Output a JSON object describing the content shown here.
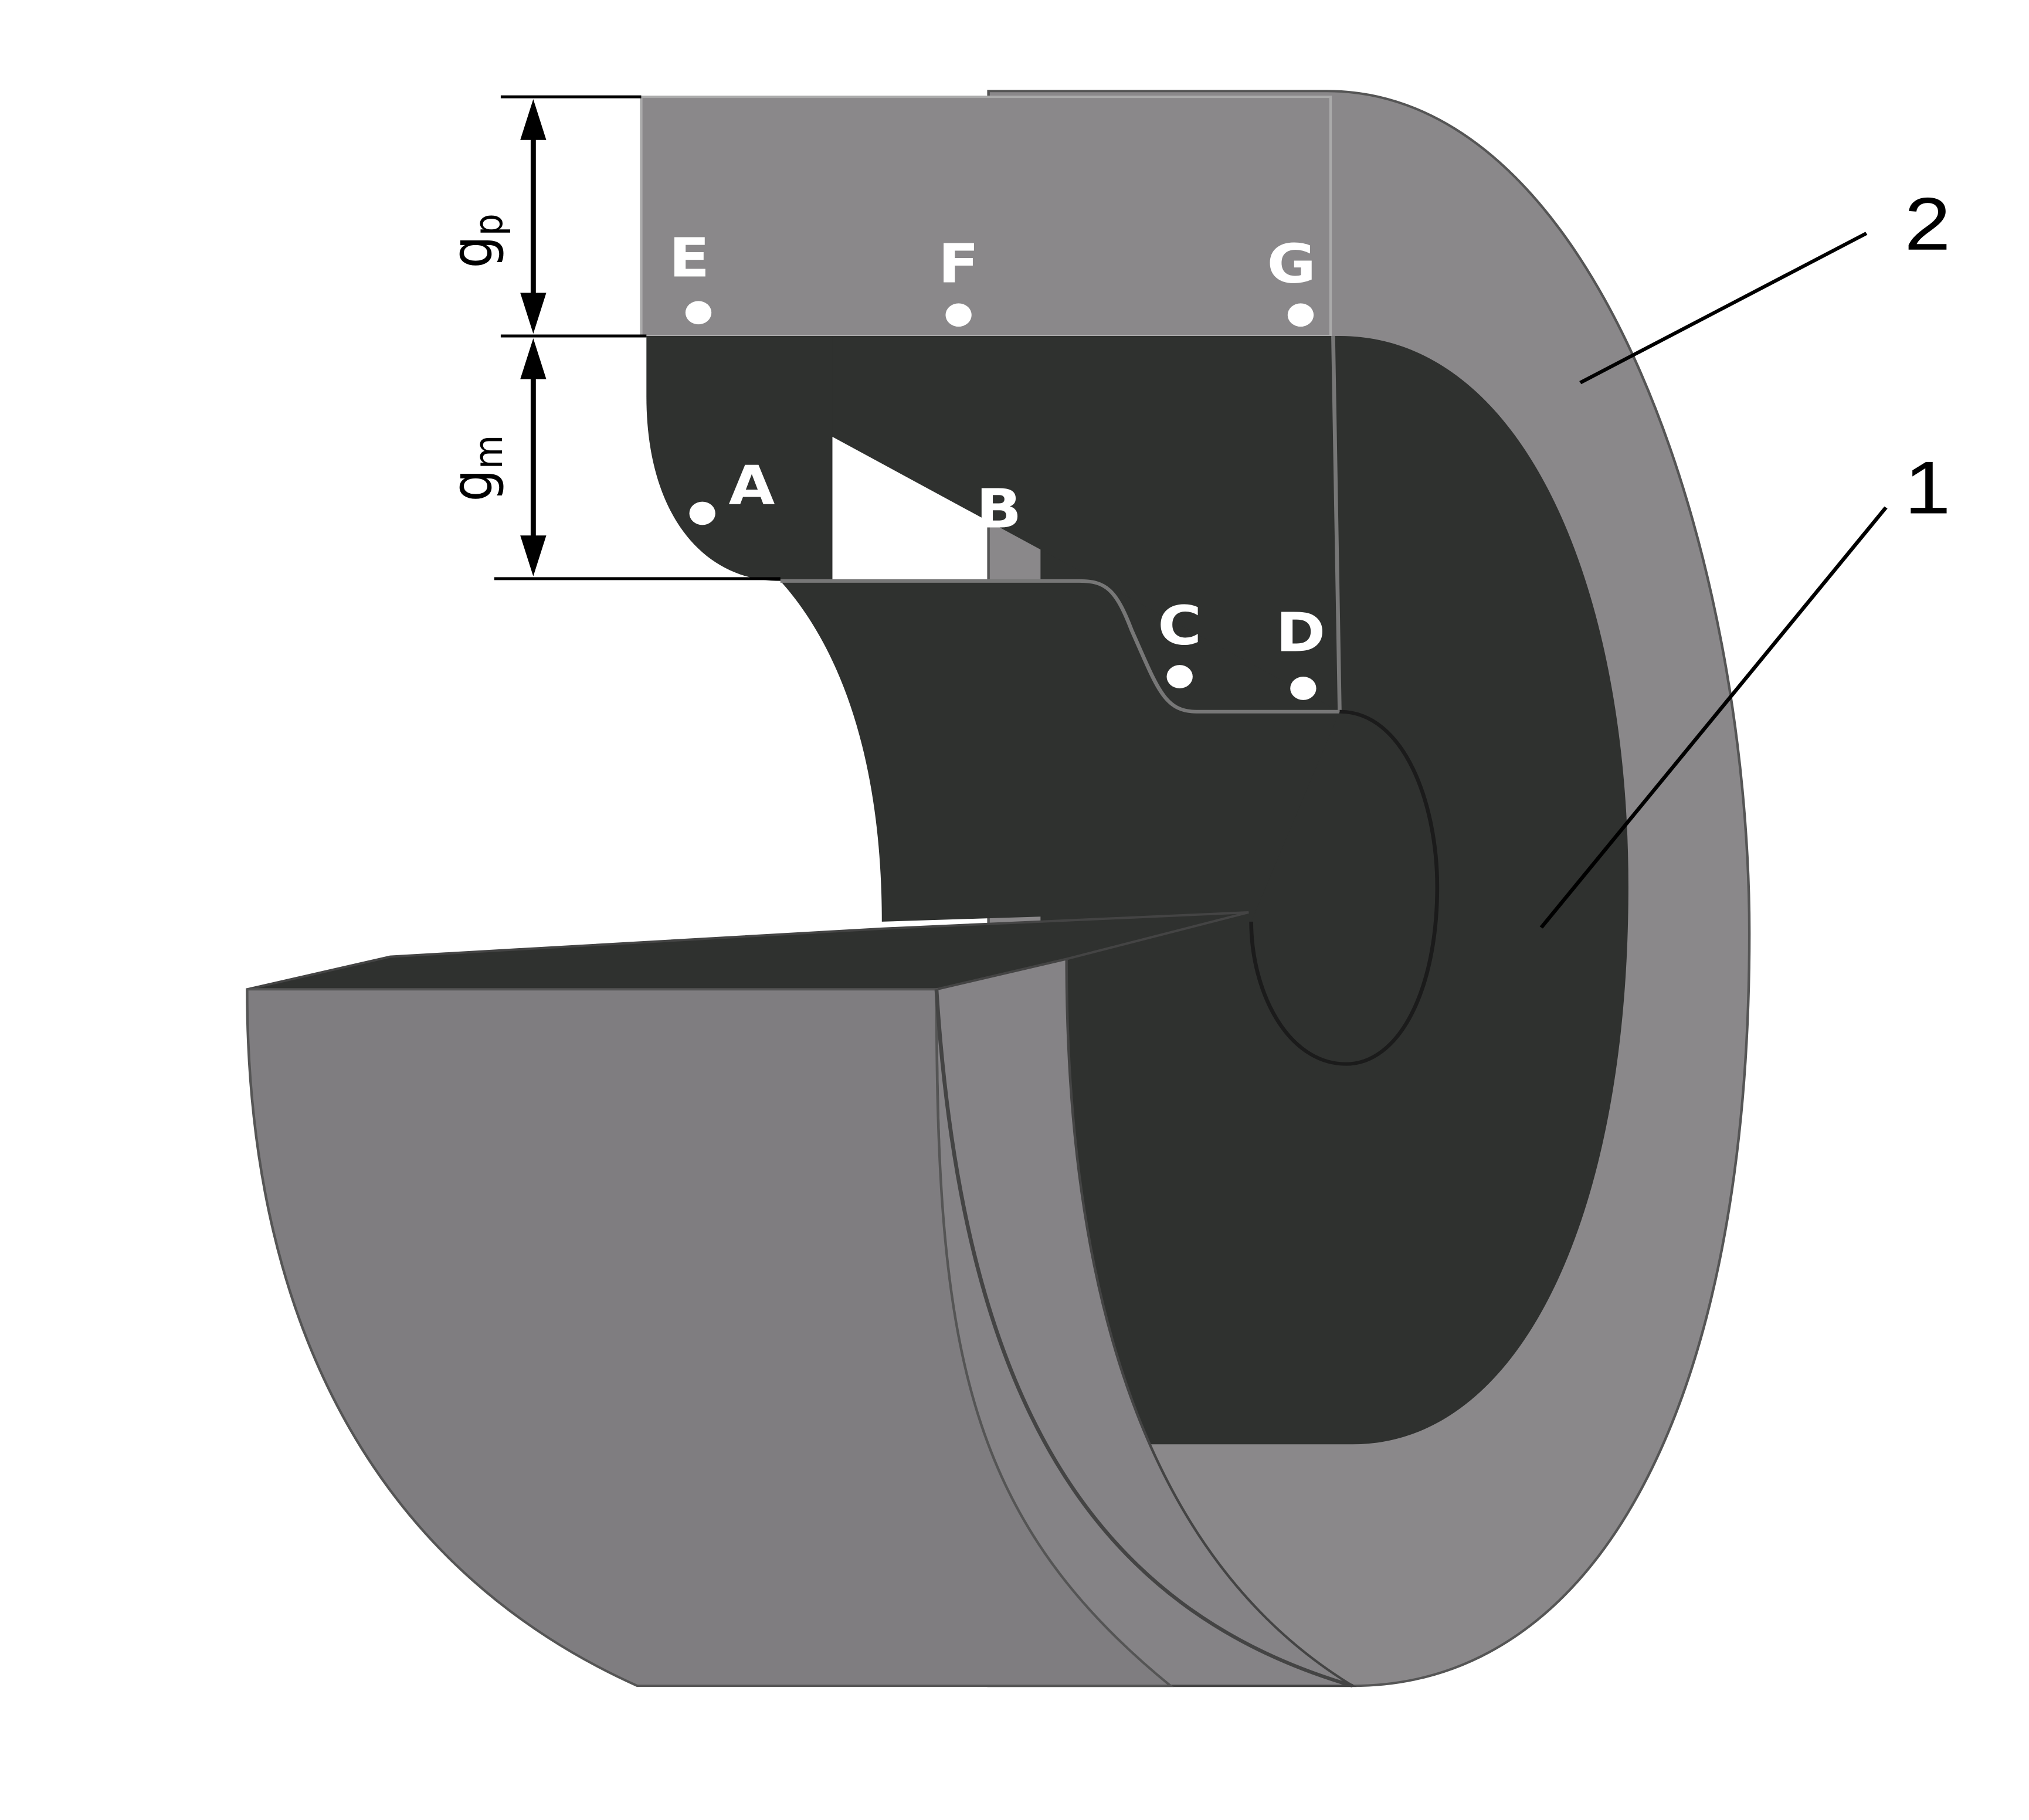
{
  "figure": {
    "dimensions": {
      "gp": {
        "base": "g",
        "sub": "p"
      },
      "gm": {
        "base": "g",
        "sub": "m"
      }
    },
    "points": [
      "E",
      "F",
      "G",
      "A",
      "B",
      "C",
      "D"
    ],
    "parts": {
      "part1": "1",
      "part2": "2"
    },
    "colors": {
      "light": "#8a888a",
      "dark": "#2f312f",
      "front": "#7f7d80",
      "edge": "#4a4a4a"
    }
  }
}
